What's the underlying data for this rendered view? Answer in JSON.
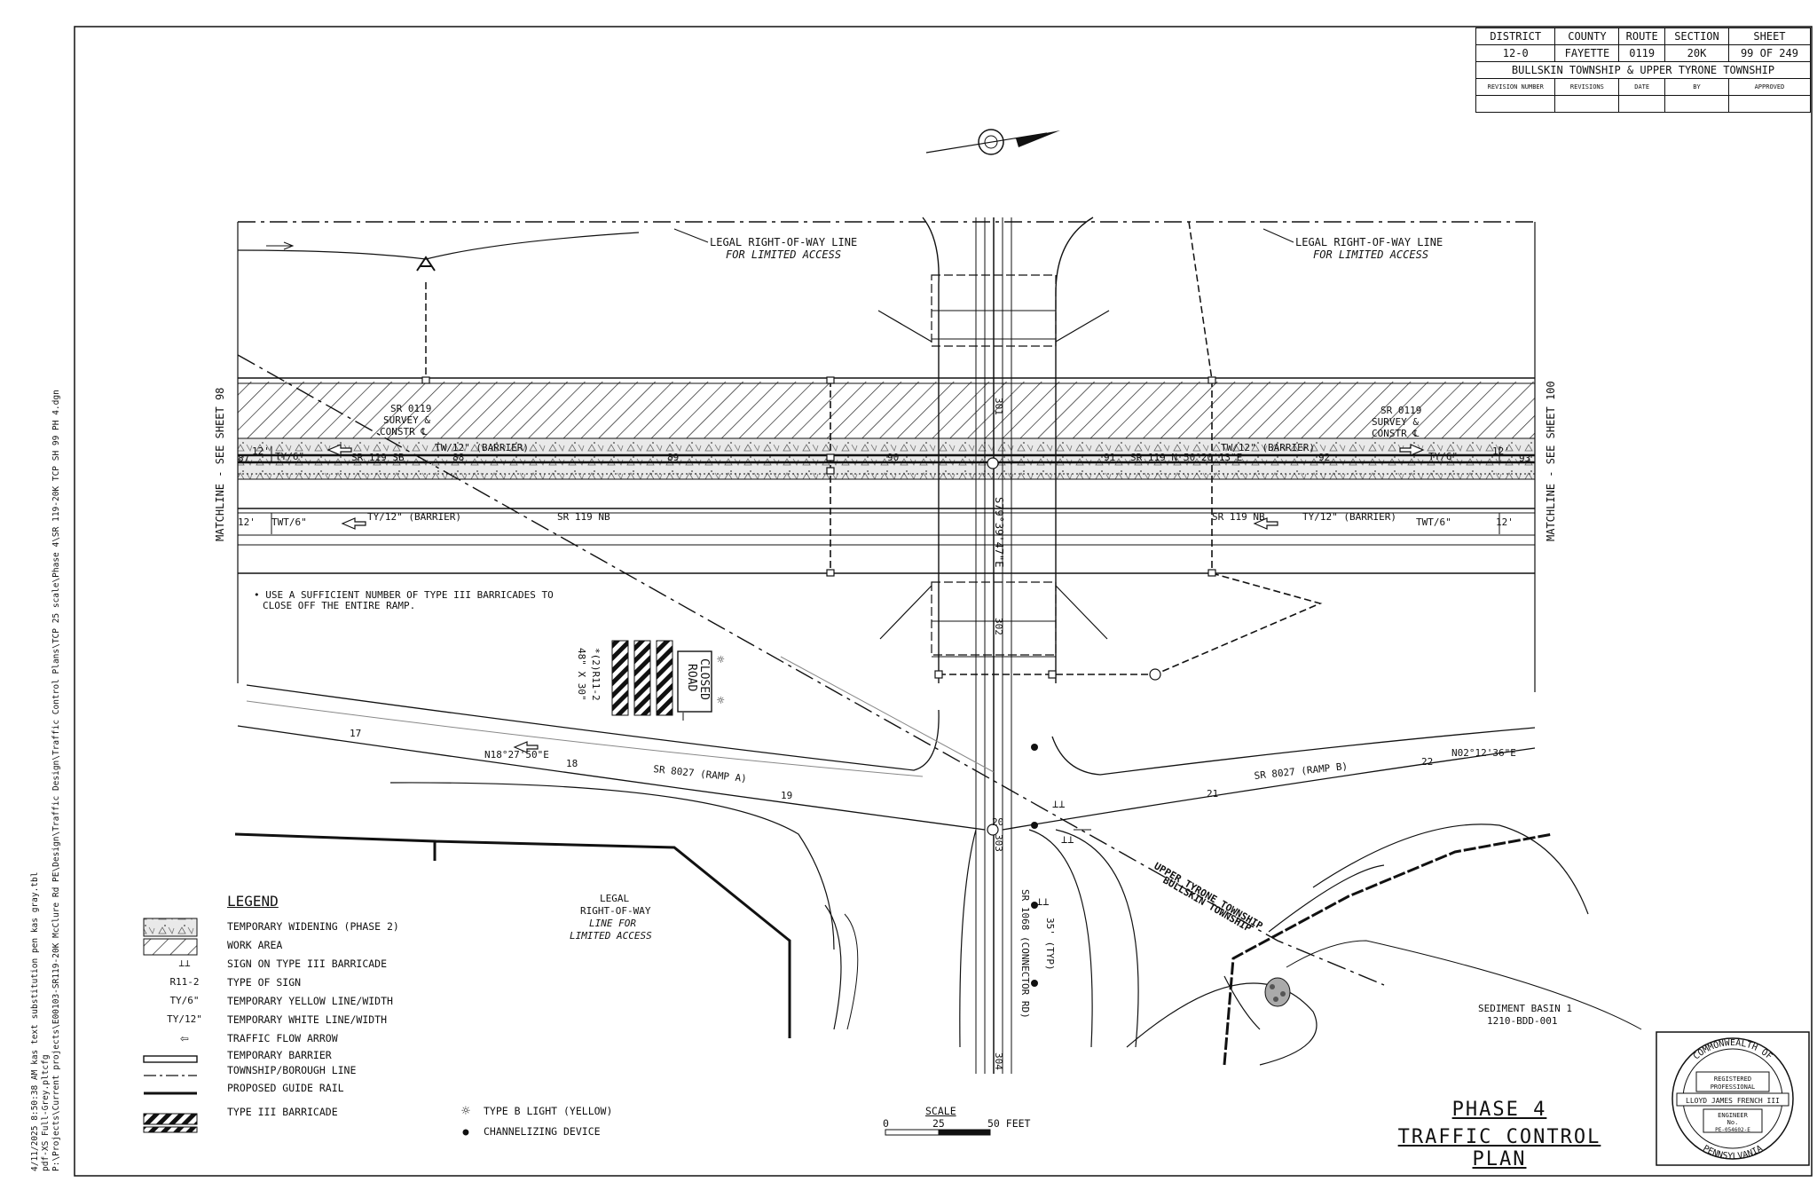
{
  "titleblock": {
    "headers": [
      "DISTRICT",
      "COUNTY",
      "ROUTE",
      "SECTION",
      "SHEET"
    ],
    "values": [
      "12-0",
      "FAYETTE",
      "0119",
      "20K",
      "99 OF 249"
    ],
    "township": "BULLSKIN TOWNSHIP & UPPER TYRONE TOWNSHIP",
    "revision_number": "REVISION NUMBER",
    "revisions": "REVISIONS",
    "date": "DATE",
    "by": "BY",
    "approved": "APPROVED"
  },
  "labels": {
    "row_line_left": "LEGAL RIGHT-OF-WAY LINE",
    "row_line_left2": "FOR LIMITED ACCESS",
    "row_line_right": "LEGAL RIGHT-OF-WAY LINE",
    "row_line_right2": "FOR LIMITED ACCESS",
    "matchline_left": "MATCHLINE - SEE SHEET 98",
    "matchline_right": "MATCHLINE - SEE SHEET 100",
    "survey_left_1": "SR 0119",
    "survey_left_2": "SURVEY &",
    "survey_left_3": "CONSTR ℄",
    "survey_right_1": "SR 0119",
    "survey_right_2": "SURVEY &",
    "survey_right_3": "CONSTR ℄",
    "sb_12_left": "12'",
    "sb_ty6_left": "TY/6\"",
    "sb_label_left": "SR 119 SB",
    "sb_ty12_left": "TW/12\" (BARRIER)",
    "sb_label_right": "SR 119 N",
    "sb_bearing": "50°20'13\"E",
    "sb_ty12_right": "TW/12\" (BARRIER)",
    "sb_ty6_right": "TY/6\"",
    "sb_12_right": "12'",
    "nb_12_left": "12'",
    "nb_twt6_left": "TWT/6\"",
    "nb_ty12_left": "TY/12\" (BARRIER)",
    "nb_label_left": "SR 119 NB",
    "nb_label_right": "SR 119 NB",
    "nb_ty12_right": "TY/12\" (BARRIER)",
    "nb_twt6_right": "TWT/6\"",
    "nb_12_right": "12'",
    "sta_87": "87",
    "sta_88": "88",
    "sta_89": "89",
    "sta_90": "90",
    "sta_91": "91",
    "sta_92": "92",
    "sta_93": "93",
    "sta_301": "301",
    "sta_302": "302",
    "sta_303": "303",
    "sta_304": "304",
    "bearing_cross": "S79°39'47\"E",
    "note": "• USE A SUFFICIENT NUMBER OF TYPE III BARRICADES TO",
    "note2": "CLOSE OFF THE ENTIRE RAMP.",
    "sign_code": "*(2)R11-2",
    "sign_size": "48\" X 30\"",
    "sign_road": "ROAD",
    "sign_closed": "CLOSED",
    "sta_17": "17",
    "sta_18": "18",
    "sta_19": "19",
    "sta_20": "20",
    "sta_21": "21",
    "sta_22": "22",
    "ramp_a_bearing": "N18°27'50\"E",
    "ramp_a": "SR 8027 (RAMP A)",
    "ramp_b": "SR 8027 (RAMP B)",
    "ramp_b_bearing": "N02°12'36\"E",
    "row_mid_1": "LEGAL",
    "row_mid_2": "RIGHT-OF-WAY",
    "row_mid_3": "LINE FOR",
    "row_mid_4": "LIMITED ACCESS",
    "connector": "SR 1068 (CONNECTOR RD)",
    "typ_35": "35' (TYP)",
    "twp_upper": "UPPER TYRONE TOWNSHIP",
    "twp_bullskin": "BULLSKIN TOWNSHIP",
    "sediment_1": "SEDIMENT BASIN 1",
    "sediment_2": "1210-BDD-001"
  },
  "legend": {
    "title": "LEGEND",
    "items": [
      {
        "sym": "",
        "text": "TEMPORARY WIDENING (PHASE 2)"
      },
      {
        "sym": "",
        "text": "WORK AREA"
      },
      {
        "sym": "⊥⊥",
        "text": "SIGN ON TYPE III BARRICADE"
      },
      {
        "sym": "R11-2",
        "text": "TYPE OF SIGN"
      },
      {
        "sym": "TY/6\"",
        "text": "TEMPORARY YELLOW LINE/WIDTH"
      },
      {
        "sym": "TY/12\"",
        "text": "TEMPORARY WHITE LINE/WIDTH"
      },
      {
        "sym": "⇦",
        "text": "TRAFFIC FLOW ARROW"
      },
      {
        "sym": "",
        "text": "TEMPORARY BARRIER"
      },
      {
        "sym": "",
        "text": "TOWNSHIP/BOROUGH LINE"
      },
      {
        "sym": "",
        "text": "PROPOSED GUIDE RAIL"
      },
      {
        "sym": "",
        "text": "TYPE III BARRICADE"
      }
    ],
    "light_sym": "☼",
    "light_text": "TYPE B LIGHT (YELLOW)",
    "device_sym": "●",
    "device_text": "CHANNELIZING DEVICE"
  },
  "scale": {
    "title": "SCALE",
    "t0": "0",
    "t25": "25",
    "t50": "50 FEET"
  },
  "title": {
    "line1": "PHASE 4",
    "line2": "TRAFFIC CONTROL PLAN"
  },
  "seal": {
    "top": "COMMONWEALTH OF",
    "bottom": "PENNSYLVANIA",
    "reg": "REGISTERED",
    "prof": "PROFESSIONAL",
    "name": "LLOYD JAMES FRENCH III",
    "eng": "ENGINEER",
    "no": "No.",
    "num": "PE-054602-E"
  },
  "file_info": {
    "line1": "4/11/2025  8:50:38 AM    kas    text substitution pen kas gray.tbl",
    "line2": "pdf-XS Full-Grey.pltcfg",
    "line3": "P:\\Projects\\Current projects\\E00103-SR119-20K McClure Rd PE\\Design\\Traffic Design\\Traffic Control Plans\\TCP 25 scale\\Phase 4\\SR 119-20K TCP SH 99 PH 4.dgn"
  }
}
